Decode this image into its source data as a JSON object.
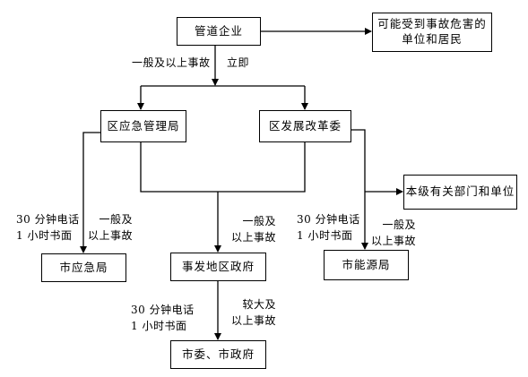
{
  "nodes": {
    "pipeline_company": "管道企业",
    "affected_units": [
      "可能受到事故危害的",
      "单位和居民"
    ],
    "district_emergency": "区应急管理局",
    "district_ndrc": "区发展改革委",
    "same_level_units": "本级有关部门和单位",
    "city_emergency": "市应急局",
    "local_government": "事发地区政府",
    "city_energy": "市能源局",
    "city_party_gov": "市委、市政府"
  },
  "labels": {
    "general_above": "一般及以上事故",
    "immediately": "立即",
    "time_left": [
      "30 分钟电话",
      "1 小时书面"
    ],
    "general_left": [
      "一般及",
      "以上事故"
    ],
    "general_middle": [
      "一般及",
      "以上事故"
    ],
    "time_right": [
      "30 分钟电话",
      "1 小时书面"
    ],
    "general_right": [
      "一般及",
      "以上事故"
    ],
    "time_bottom": [
      "30 分钟电话",
      "1 小时书面"
    ],
    "major_bottom": [
      "较大及",
      "以上事故"
    ]
  },
  "colors": {
    "line": "#000000",
    "box_border": "#000000"
  }
}
